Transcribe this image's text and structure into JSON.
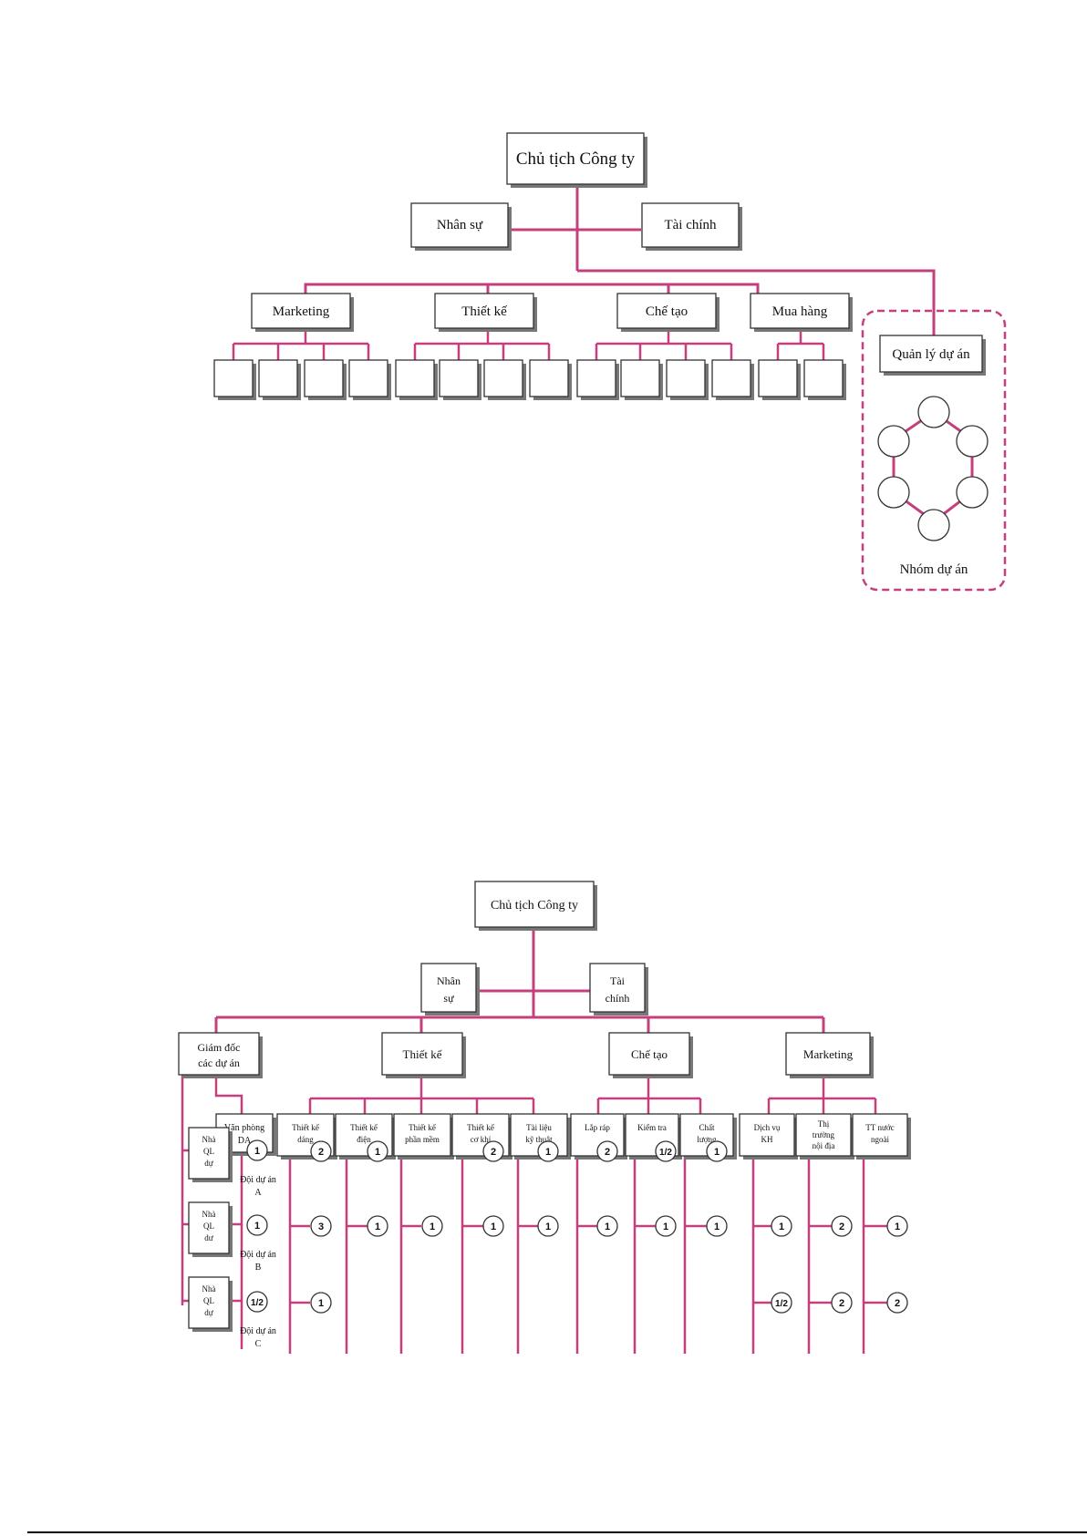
{
  "chart1": {
    "president": "Chủ tịch Công ty",
    "hr": "Nhân sự",
    "finance": "Tài chính",
    "departments": [
      "Marketing",
      "Thiết kế",
      "Chế tạo",
      "Mua hàng"
    ],
    "pm": "Quản lý dự án",
    "team": "Nhóm dự án"
  },
  "chart2": {
    "president": "Chủ tịch Công ty",
    "hr": [
      "Nhân",
      "sự"
    ],
    "finance": [
      "Tài",
      "chính"
    ],
    "project_directors": [
      "Giám đốc",
      "các dự án"
    ],
    "design": "Thiết kế",
    "manufacturing": "Chế tạo",
    "marketing": "Marketing",
    "project_office": [
      "Văn phòng",
      "DA"
    ],
    "design_units": [
      [
        "Thiết kế",
        "dáng"
      ],
      [
        "Thiết kế",
        "điện"
      ],
      [
        "Thiết kế",
        "phần mềm"
      ],
      [
        "Thiết kế",
        "cơ khí"
      ],
      [
        "Tài liệu",
        "kỹ thuật"
      ]
    ],
    "manufacturing_units": [
      [
        "Lắp ráp"
      ],
      [
        "Kiểm tra"
      ],
      [
        "Chất",
        "lượng"
      ]
    ],
    "marketing_units": [
      [
        "Dịch vụ",
        "KH"
      ],
      [
        "Thị",
        "trường",
        "nội địa"
      ],
      [
        "TT nước",
        "ngoài"
      ]
    ],
    "project_managers": [
      [
        "Nhà",
        "QL",
        "dự"
      ],
      [
        "Nhà",
        "QL",
        "dư"
      ],
      [
        "Nhà",
        "QL",
        "dự"
      ]
    ],
    "teams": [
      [
        "Đội dự án",
        "A"
      ],
      [
        "Đội dự án",
        "B"
      ],
      [
        "Đội dự án",
        "C"
      ]
    ],
    "assignments": {
      "team_a": [
        "1",
        "2",
        "1",
        "2",
        "1",
        "2",
        "1/2",
        "1"
      ],
      "team_b": [
        "1",
        "3",
        "1",
        "1",
        "1",
        "1",
        "1",
        "1",
        "1",
        "1",
        "2",
        "1"
      ],
      "team_c": [
        "1/2",
        "1",
        "1/2",
        "2",
        "2"
      ]
    }
  }
}
